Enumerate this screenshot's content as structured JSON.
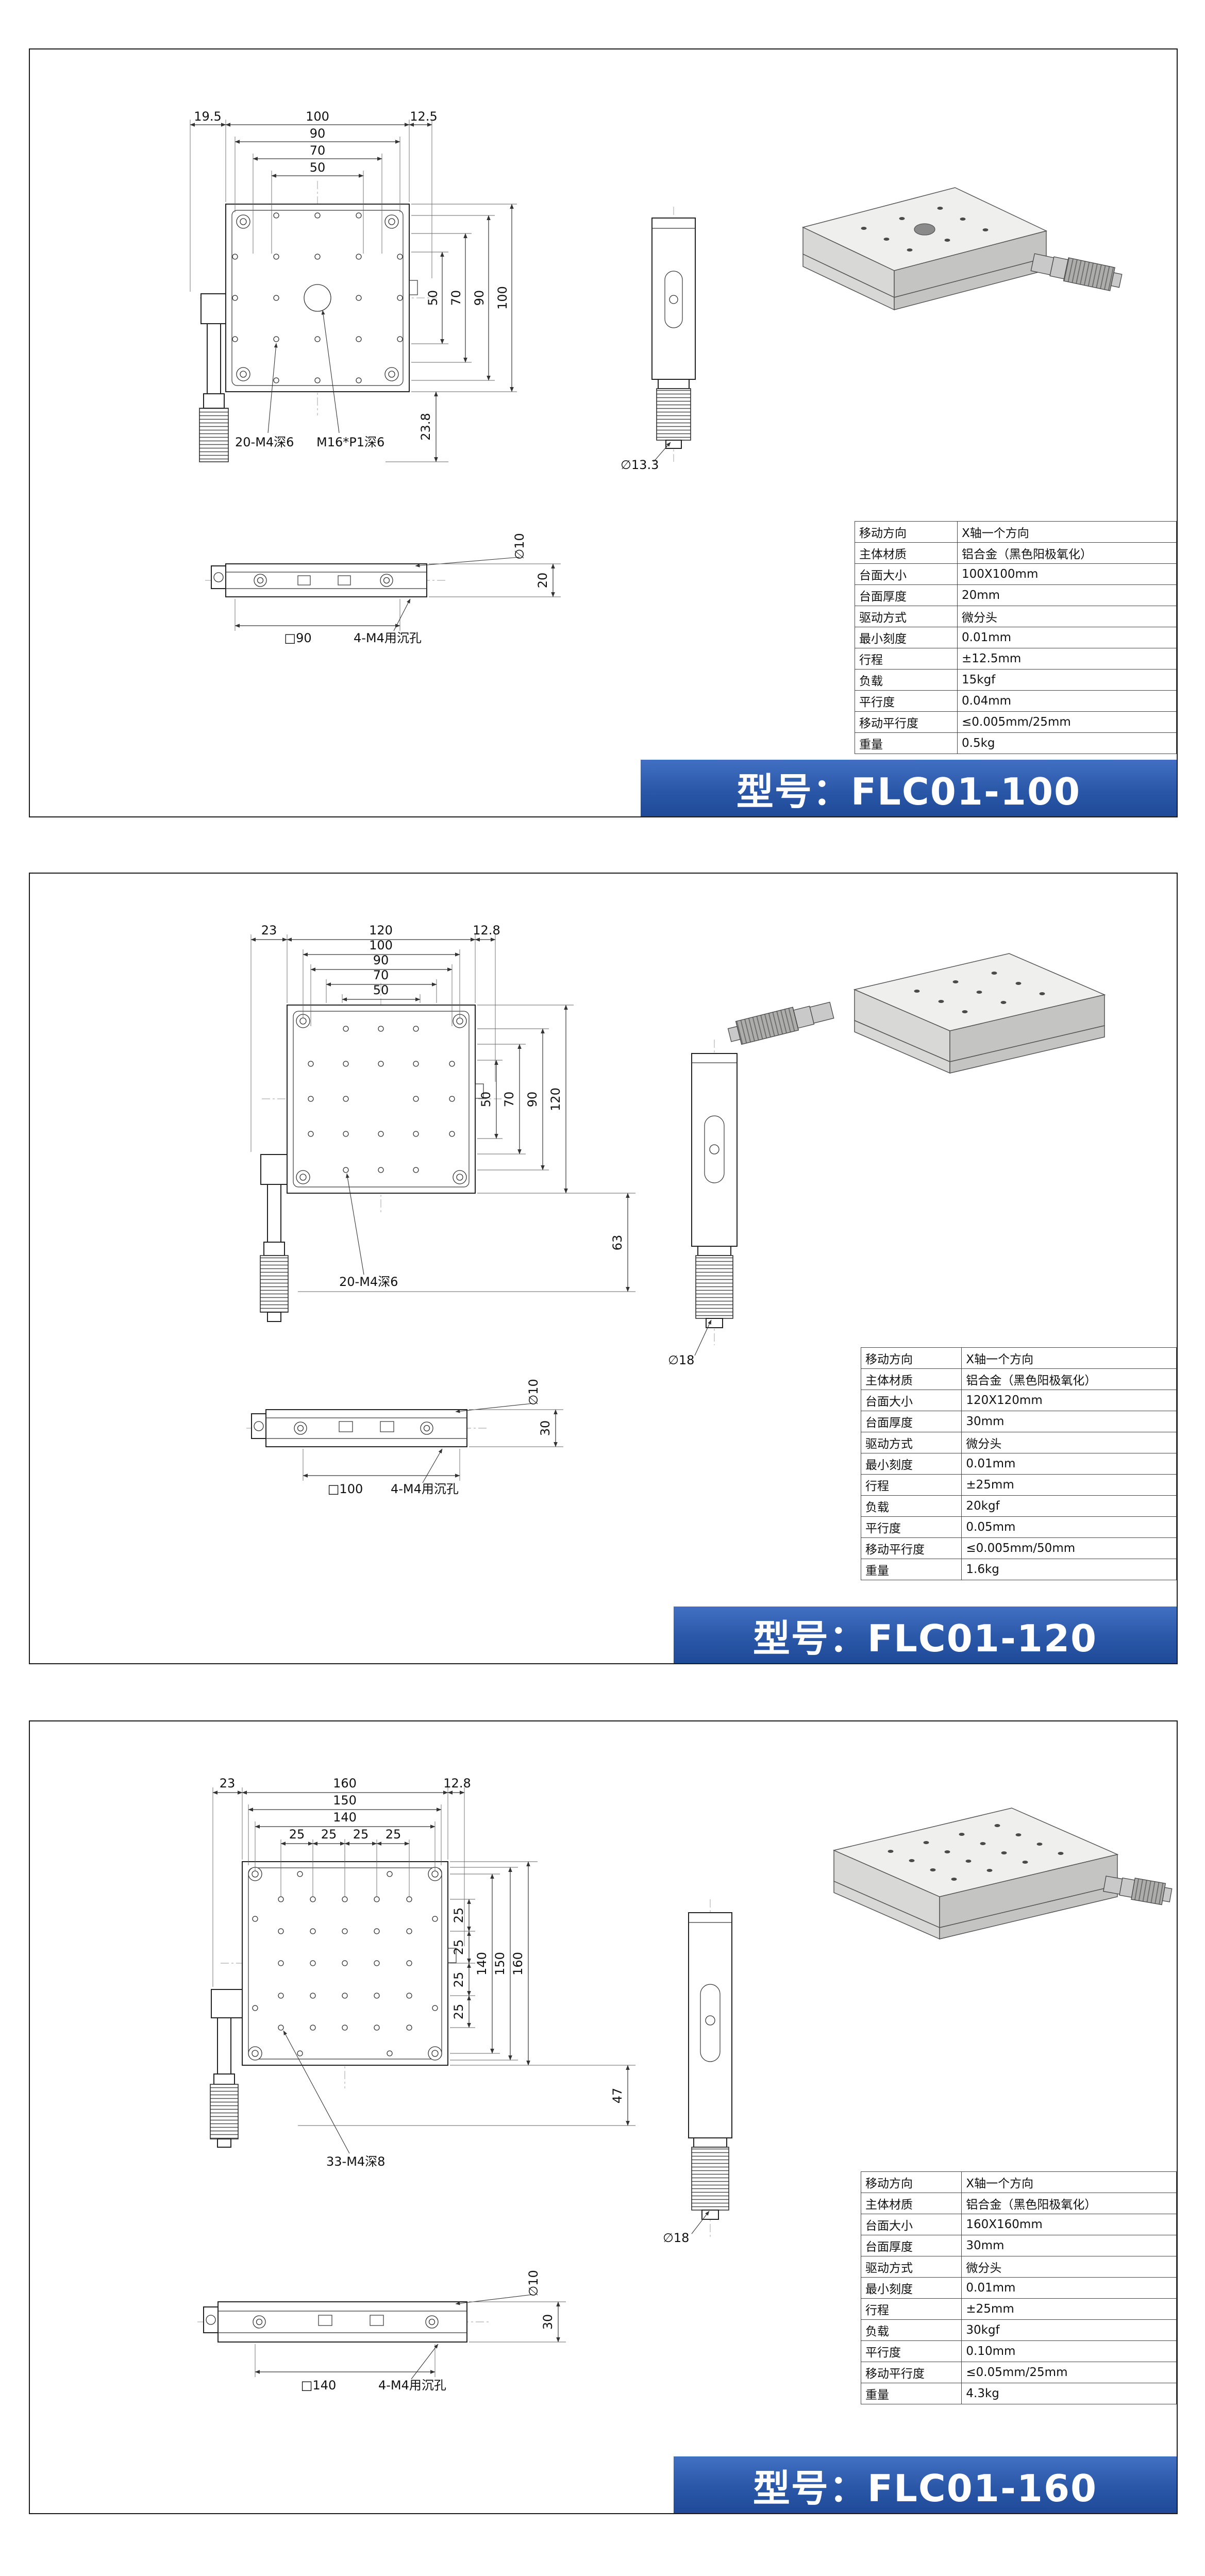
{
  "panels": [
    {
      "model": "FLC01-100",
      "banner_text": "型号：FLC01-100",
      "dims": {
        "top_offset_left": "19.5",
        "top_total": "100",
        "top_offset_right": "12.5",
        "chain1": "90",
        "chain2": "70",
        "chain3": "50",
        "right1": "50",
        "right2": "70",
        "right3": "90",
        "right_total": "100",
        "drop": "23.8",
        "callout_holes": "20-M4深6",
        "callout_center": "M16*P1深6",
        "side_dia": "∅13.3",
        "bottom_dia": "∅10",
        "bottom_height": "20",
        "bottom_square": "□90",
        "bottom_callout": "4-M4用沉孔"
      },
      "specs": [
        {
          "label": "移动方向",
          "value": "X轴一个方向"
        },
        {
          "label": "主体材质",
          "value": "铝合金（黑色阳极氧化）"
        },
        {
          "label": "台面大小",
          "value": "100X100mm"
        },
        {
          "label": "台面厚度",
          "value": "20mm"
        },
        {
          "label": "驱动方式",
          "value": "微分头"
        },
        {
          "label": "最小刻度",
          "value": "0.01mm"
        },
        {
          "label": "行程",
          "value": "±12.5mm"
        },
        {
          "label": "负载",
          "value": "15kgf"
        },
        {
          "label": "平行度",
          "value": "0.04mm"
        },
        {
          "label": "移动平行度",
          "value": "≤0.005mm/25mm"
        },
        {
          "label": "重量",
          "value": "0.5kg"
        }
      ]
    },
    {
      "model": "FLC01-120",
      "banner_text": "型号：FLC01-120",
      "dims": {
        "top_offset_left": "23",
        "top_total": "120",
        "top_offset_right": "12.8",
        "chain1": "100",
        "chain2": "90",
        "chain3": "70",
        "chain4": "50",
        "right1": "50",
        "right2": "70",
        "right3": "90",
        "right_total": "120",
        "drop": "63",
        "callout_holes": "20-M4深6",
        "side_dia": "∅18",
        "bottom_dia": "∅10",
        "bottom_height": "30",
        "bottom_square": "□100",
        "bottom_callout": "4-M4用沉孔"
      },
      "specs": [
        {
          "label": "移动方向",
          "value": "X轴一个方向"
        },
        {
          "label": "主体材质",
          "value": "铝合金（黑色阳极氧化）"
        },
        {
          "label": "台面大小",
          "value": "120X120mm"
        },
        {
          "label": "台面厚度",
          "value": "30mm"
        },
        {
          "label": "驱动方式",
          "value": "微分头"
        },
        {
          "label": "最小刻度",
          "value": "0.01mm"
        },
        {
          "label": "行程",
          "value": "±25mm"
        },
        {
          "label": "负载",
          "value": "20kgf"
        },
        {
          "label": "平行度",
          "value": "0.05mm"
        },
        {
          "label": "移动平行度",
          "value": "≤0.005mm/50mm"
        },
        {
          "label": "重量",
          "value": "1.6kg"
        }
      ]
    },
    {
      "model": "FLC01-160",
      "banner_text": "型号：FLC01-160",
      "dims": {
        "top_offset_left": "23",
        "top_total": "160",
        "top_offset_right": "12.8",
        "chain1": "150",
        "chain2": "140",
        "pitch": "25",
        "right1": "140",
        "right2": "150",
        "right_total": "160",
        "drop": "47",
        "callout_holes": "33-M4深8",
        "side_dia": "∅18",
        "bottom_dia": "∅10",
        "bottom_height": "30",
        "bottom_square": "□140",
        "bottom_callout": "4-M4用沉孔"
      },
      "specs": [
        {
          "label": "移动方向",
          "value": "X轴一个方向"
        },
        {
          "label": "主体材质",
          "value": "铝合金（黑色阳极氧化）"
        },
        {
          "label": "台面大小",
          "value": "160X160mm"
        },
        {
          "label": "台面厚度",
          "value": "30mm"
        },
        {
          "label": "驱动方式",
          "value": "微分头"
        },
        {
          "label": "最小刻度",
          "value": "0.01mm"
        },
        {
          "label": "行程",
          "value": "±25mm"
        },
        {
          "label": "负载",
          "value": "30kgf"
        },
        {
          "label": "平行度",
          "value": "0.10mm"
        },
        {
          "label": "移动平行度",
          "value": "≤0.05mm/25mm"
        },
        {
          "label": "重量",
          "value": "4.3kg"
        }
      ]
    }
  ]
}
